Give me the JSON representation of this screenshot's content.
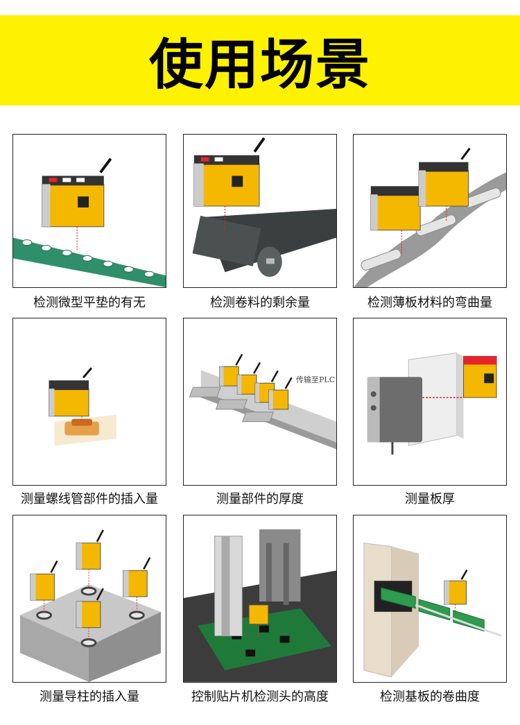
{
  "title": "使用场景",
  "scenes": [
    {
      "caption": "检测微型平垫的有无"
    },
    {
      "caption": "检测卷料的剩余量"
    },
    {
      "caption": "检测薄板材料的弯曲量"
    },
    {
      "caption": "测量螺线管部件的插入量"
    },
    {
      "caption": "测量部件的厚度",
      "note": "传输至PLC"
    },
    {
      "caption": "测量板厚"
    },
    {
      "caption": "测量导柱的插入量"
    },
    {
      "caption": "控制贴片机检测头的高度"
    },
    {
      "caption": "检测基板的卷曲度"
    }
  ],
  "colors": {
    "banner": "#fff200",
    "sensor": "#f5b800",
    "laser": "#e8232a",
    "board": "#2e8b57"
  }
}
